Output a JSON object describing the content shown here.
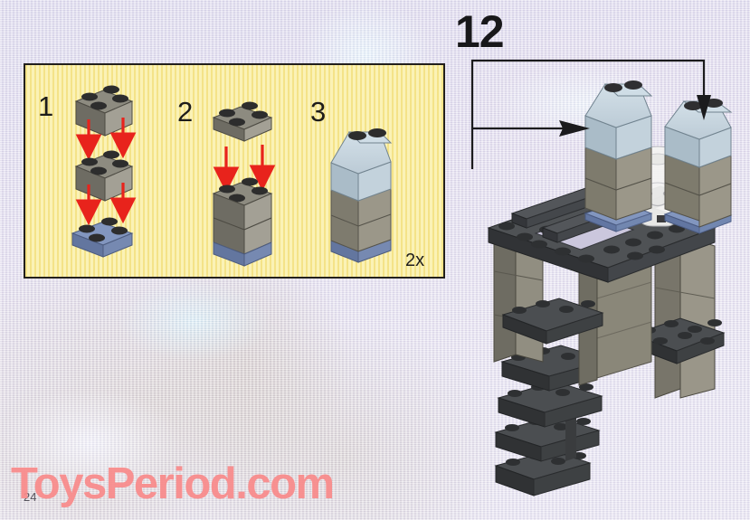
{
  "page": {
    "step_number": "12",
    "page_number": "24",
    "watermark": "ToysPeriod.com",
    "background_color": "#e2dcef"
  },
  "subassembly_panel": {
    "background_color": "#fbf2b6",
    "border_color": "#23201c",
    "quantity_label": "2x",
    "steps": [
      {
        "number": "1",
        "description": "Place 2x2 brick onto 2x2 brick onto 2x2 blue plate",
        "arrow_color": "#e8231c",
        "arrow_count": 4
      },
      {
        "number": "2",
        "description": "Place 2x2 plate onto two-brick stack",
        "arrow_color": "#e8231c",
        "arrow_count": 2
      },
      {
        "number": "3",
        "description": "Completed sub-assembly with slope brick on top",
        "arrow_color": "",
        "arrow_count": 0
      }
    ]
  },
  "colors": {
    "brick_gray_top": "#8d8b80",
    "brick_gray_left": "#6f6d64",
    "brick_gray_right": "#a5a296",
    "stud_dark": "#2e2e2e",
    "plate_blue_top": "#7f95bf",
    "plate_blue_left": "#5f74a0",
    "slope_light_top": "#c5d4dd",
    "slope_light_face": "#b2c3ce",
    "dark_gray_top": "#4b4d50",
    "dark_gray_left": "#34373a",
    "tan_brick": "#938f7f",
    "ghost_white": "#f2f2f0",
    "arrow_red": "#e8231c",
    "connector_black": "#1b1b1d",
    "watermark_pink": "#f98a8a"
  },
  "model": {
    "description": "Gray castle tower structure with dark gray plates, staircase, ghost minifigure and two slope-topped sub-assemblies placed on top",
    "parts": [
      "left-slope-tower",
      "right-slope-tower",
      "ghost-minifigure",
      "upper-platform",
      "lower-staircase",
      "left-column",
      "right-column"
    ]
  },
  "connector_arrows": [
    {
      "name": "arrow-to-left-tower",
      "direction": "right"
    },
    {
      "name": "arrow-to-right-tower",
      "direction": "down"
    }
  ]
}
